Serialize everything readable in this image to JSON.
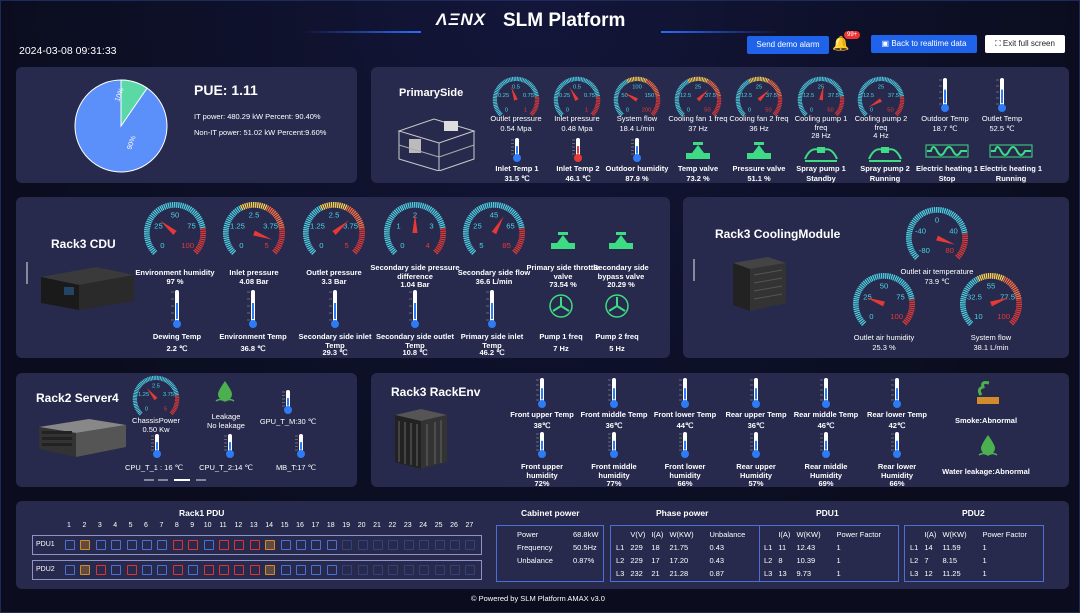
{
  "header": {
    "brand": "SLM Platform",
    "datetime": "2024-03-08 09:31:33",
    "btn_alarm": "Send demo alarm",
    "badge": "99+",
    "btn_realtime": "Back to realtime data",
    "btn_exit": "Exit full screen"
  },
  "colors": {
    "accent": "#1e63e9",
    "panel": "#272a4d",
    "gauge_needle": "#e44"
  },
  "pue": {
    "title": "PUE: 1.11",
    "it": "IT power: 480.29 kW Percent: 90.40%",
    "nonit": "Non-IT power: 51.02 kW Percent:9.60%",
    "slice_a": "10%",
    "slice_b": "90%",
    "share_nonit": 0.096
  },
  "primary": {
    "title": "PrimarySide",
    "gauges": [
      {
        "label": "Outlet pressure",
        "value": "0.54 Mpa"
      },
      {
        "label": "Inlet pressure",
        "value": "0.48 Mpa"
      },
      {
        "label": "System flow",
        "value": "18.4 L/min"
      },
      {
        "label": "Cooling fan 1 freq",
        "value": "37 Hz"
      },
      {
        "label": "Cooling fan 2 freq",
        "value": "36 Hz"
      },
      {
        "label": "Cooling pump 1 freq",
        "value": "28 Hz"
      },
      {
        "label": "Cooling pump 2 freq",
        "value": "4 Hz"
      }
    ],
    "temps": [
      {
        "label": "Outdoor Temp",
        "value": "18.7 ℃"
      },
      {
        "label": "Outlet Temp",
        "value": "52.5 ℃"
      }
    ],
    "row2": [
      {
        "label": "Inlet Temp 1",
        "value": "31.5 ℃"
      },
      {
        "label": "Inlet Temp 2",
        "value": "46.1 ℃"
      },
      {
        "label": "Outdoor humidity",
        "value": "87.9 %"
      },
      {
        "label": "Temp valve",
        "value": "73.2 %"
      },
      {
        "label": "Pressure valve",
        "value": "51.1 %"
      },
      {
        "label": "Spray pump 1",
        "value": "Standby"
      },
      {
        "label": "Spray pump 2",
        "value": "Running"
      },
      {
        "label": "Electric heating 1",
        "value": "Stop"
      },
      {
        "label": "Electric heating 1",
        "value": "Running"
      }
    ]
  },
  "cdu": {
    "title": "Rack3 CDU",
    "gauges": [
      {
        "label": "Environment humidity",
        "value": "97 %"
      },
      {
        "label": "Inlet pressure",
        "value": "4.08 Bar"
      },
      {
        "label": "Outlet pressure",
        "value": "3.3 Bar"
      },
      {
        "label": "Secondary side pressure difference",
        "value": "1.04 Bar"
      },
      {
        "label": "Secondary side flow",
        "value": "36.6 L/min"
      }
    ],
    "valves": [
      {
        "label": "Primary side throttle valve",
        "value": "73.54 %"
      },
      {
        "label": "Secondary side bypass valve",
        "value": "20.29 %"
      }
    ],
    "temps": [
      {
        "label": "Dewing Temp",
        "value": "2.2 ℃"
      },
      {
        "label": "Environment Temp",
        "value": "36.8 ℃"
      },
      {
        "label": "Secondary side inlet Temp",
        "value": "29.3 ℃"
      },
      {
        "label": "Secondary side outlet Temp",
        "value": "10.8 ℃"
      },
      {
        "label": "Primary side inlet Temp",
        "value": "46.2 ℃"
      }
    ],
    "pumps": [
      {
        "label": "Pump 1 freq",
        "value": "7 Hz"
      },
      {
        "label": "Pump 2 freq",
        "value": "5 Hz"
      }
    ]
  },
  "cooling": {
    "title": "Rack3 CoolingModule",
    "gauges": [
      {
        "label": "Outlet air temperature",
        "value": "73.9 ℃"
      },
      {
        "label": "Outlet air humidity",
        "value": "25.3 %"
      },
      {
        "label": "System flow",
        "value": "38.1 L/min"
      }
    ]
  },
  "server": {
    "title": "Rack2 Server4",
    "power_label": "ChassisPower",
    "power_value": "0.50 Kw",
    "leak_label": "Leakage",
    "leak_value": "No leakage",
    "gpu": "GPU_T_M:30 ℃",
    "cpu1": "CPU_T_1 : 16 ℃",
    "cpu2": "CPU_T_2:14 ℃",
    "mb": "MB_T:17 ℃"
  },
  "rackenv": {
    "title": "Rack3 RackEnv",
    "temps": [
      {
        "label": "Front upper Temp",
        "value": "38℃"
      },
      {
        "label": "Front middle Temp",
        "value": "36℃"
      },
      {
        "label": "Front lower Temp",
        "value": "44℃"
      },
      {
        "label": "Rear upper Temp",
        "value": "36℃"
      },
      {
        "label": "Rear middle Temp",
        "value": "46℃"
      },
      {
        "label": "Rear lower Temp",
        "value": "42℃"
      }
    ],
    "hums": [
      {
        "label": "Front upper humidity",
        "value": "72%"
      },
      {
        "label": "Front middle humidity",
        "value": "77%"
      },
      {
        "label": "Front lower humidity",
        "value": "66%"
      },
      {
        "label": "Rear upper Humidity",
        "value": "57%"
      },
      {
        "label": "Rear middle Humidity",
        "value": "69%"
      },
      {
        "label": "Rear lower Humidity",
        "value": "66%"
      }
    ],
    "smoke": "Smoke:Abnormal",
    "water": "Water leakage:Abnormal"
  },
  "pdu": {
    "title": "Rack1 PDU",
    "row1": "PDU1",
    "row2": "PDU2",
    "cols": [
      "1",
      "2",
      "3",
      "4",
      "5",
      "6",
      "7",
      "8",
      "9",
      "10",
      "11",
      "12",
      "13",
      "14",
      "15",
      "16",
      "17",
      "18",
      "19",
      "20",
      "21",
      "22",
      "23",
      "24",
      "25",
      "26",
      "27"
    ]
  },
  "cabinet": {
    "title": "Cabinet power",
    "rows": [
      [
        "Power",
        "68.8kW"
      ],
      [
        "Frequency",
        "50.5Hz"
      ],
      [
        "Unbalance",
        "0.87%"
      ]
    ]
  },
  "phase": {
    "title": "Phase power",
    "head": [
      "",
      "V(V)",
      "I(A)",
      "W(KW)",
      "Unbalance"
    ],
    "rows": [
      [
        "L1",
        "229",
        "18",
        "21.75",
        "0.43"
      ],
      [
        "L2",
        "229",
        "17",
        "17.20",
        "0.43"
      ],
      [
        "L3",
        "232",
        "21",
        "21.28",
        "0.87"
      ]
    ]
  },
  "pdu1t": {
    "title": "PDU1",
    "head": [
      "",
      "I(A)",
      "W(KW)",
      "Power Factor"
    ],
    "rows": [
      [
        "L1",
        "11",
        "12.43",
        "1"
      ],
      [
        "L2",
        "8",
        "10.39",
        "1"
      ],
      [
        "L3",
        "13",
        "9.73",
        "1"
      ]
    ]
  },
  "pdu2t": {
    "title": "PDU2",
    "head": [
      "",
      "I(A)",
      "W(KW)",
      "Power Factor"
    ],
    "rows": [
      [
        "L1",
        "14",
        "11.59",
        "1"
      ],
      [
        "L2",
        "7",
        "8.15",
        "1"
      ],
      [
        "L3",
        "12",
        "11.25",
        "1"
      ]
    ]
  },
  "footer": "© Powered by SLM Platform AMAX v3.0"
}
